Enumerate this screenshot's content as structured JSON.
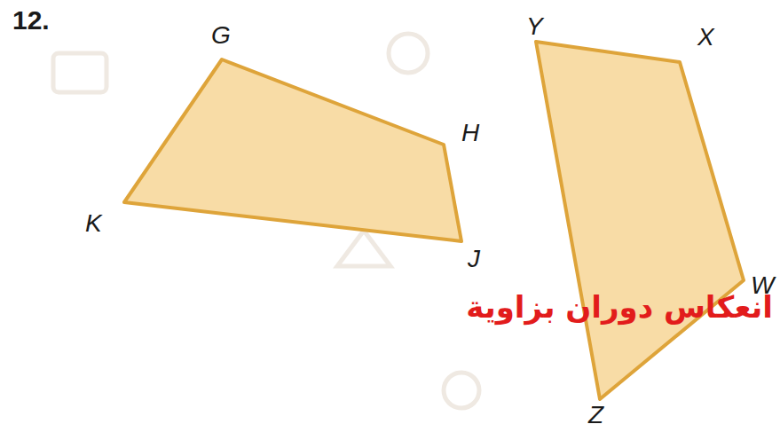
{
  "diagram": {
    "labels": [
      "12.",
      "G",
      "H",
      "J",
      "K",
      "Y",
      "X",
      "W",
      "Z",
      "انعكاس  دوران بزاوية"
    ]
  }
}
